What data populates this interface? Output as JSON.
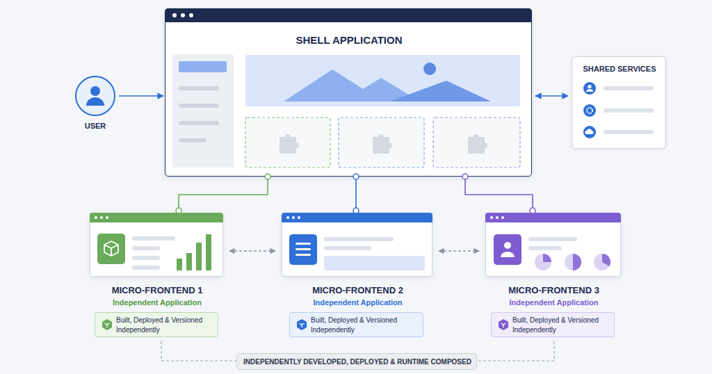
{
  "diagram": {
    "nodes": [
      {
        "text": [
          "USER"
        ]
      },
      {
        "text": [
          "SHELL APPLICATION"
        ]
      },
      {
        "text": [
          "SHARED SERVICES"
        ]
      },
      {
        "text": [
          "MICRO-FRONTEND 1",
          "Independent Application"
        ]
      },
      {
        "text": [
          "Built, Deployed & Versioned Independently"
        ]
      },
      {
        "text": [
          "MICRO-FRONTEND 2",
          "Independent Application"
        ]
      },
      {
        "text": [
          "Built, Deployed & Versioned Independently"
        ]
      },
      {
        "text": [
          "MICRO-FRONTEND 3",
          "Independent Application"
        ]
      },
      {
        "text": [
          "Built, Deployed & Versioned Independently"
        ]
      },
      {
        "text": [
          "INDEPENDENTLY DEVELOPED, DEPLOYED & RUNTIME COMPOSED"
        ]
      }
    ],
    "edges": [
      {
        "from": 0,
        "to": 1,
        "arrow": "to"
      },
      {
        "from": 1,
        "to": 2,
        "arrow": "both"
      },
      {
        "from": 1,
        "to": 3,
        "arrow": "none"
      },
      {
        "from": 1,
        "to": 5,
        "arrow": "none"
      },
      {
        "from": 1,
        "to": 7,
        "arrow": "none"
      },
      {
        "from": 3,
        "to": 5,
        "arrow": "both"
      },
      {
        "from": 5,
        "to": 7,
        "arrow": "both"
      },
      {
        "from": 4,
        "to": 9,
        "arrow": "none"
      },
      {
        "from": 8,
        "to": 9,
        "arrow": "none"
      }
    ]
  }
}
